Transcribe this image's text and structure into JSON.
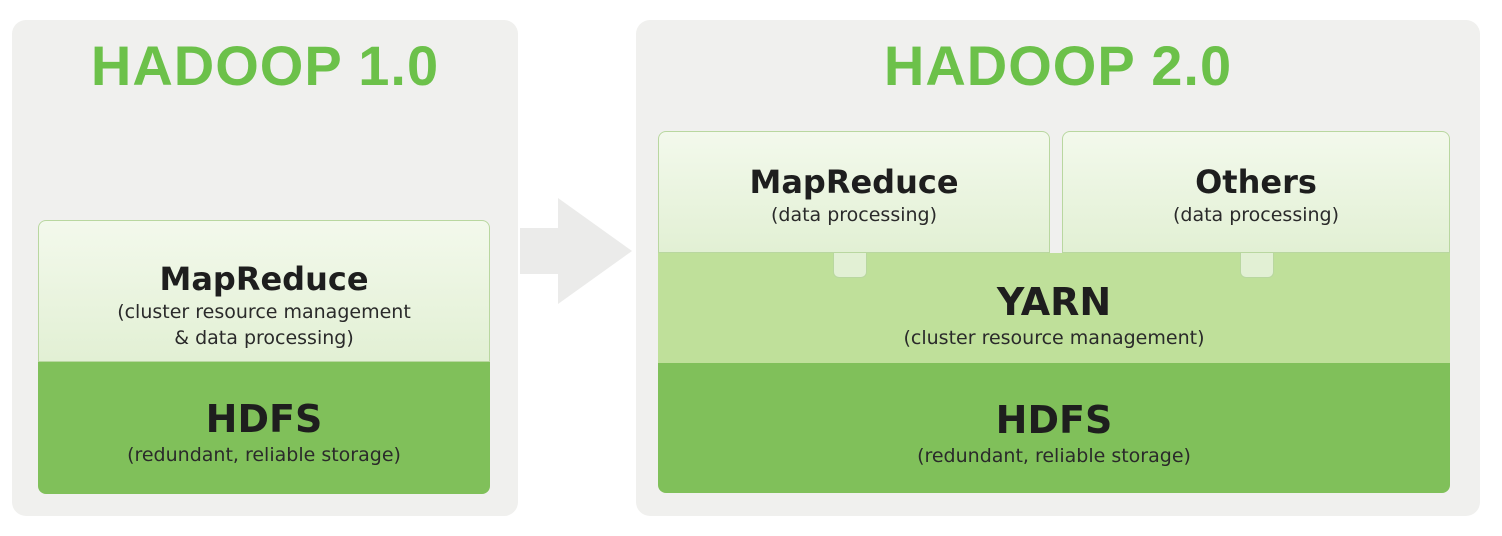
{
  "hadoop1": {
    "title": "HADOOP 1.0",
    "mapreduce": {
      "name": "MapReduce",
      "description": "(cluster resource management\n& data processing)"
    },
    "hdfs": {
      "name": "HDFS",
      "description": "(redundant, reliable storage)"
    }
  },
  "hadoop2": {
    "title": "HADOOP 2.0",
    "mapreduce": {
      "name": "MapReduce",
      "description": "(data processing)"
    },
    "others": {
      "name": "Others",
      "description": "(data processing)"
    },
    "yarn": {
      "name": "YARN",
      "description": "(cluster resource management)"
    },
    "hdfs": {
      "name": "HDFS",
      "description": "(redundant, reliable storage)"
    }
  },
  "colors": {
    "title_green": "#6cc14a",
    "light_layer": "#e2f0d4",
    "yarn_layer": "#bfe09a",
    "hdfs_layer": "#80c05a",
    "panel_bg": "#f0f0ee",
    "arrow": "#ebebea"
  },
  "icons": {
    "transition": "right-arrow-icon"
  }
}
